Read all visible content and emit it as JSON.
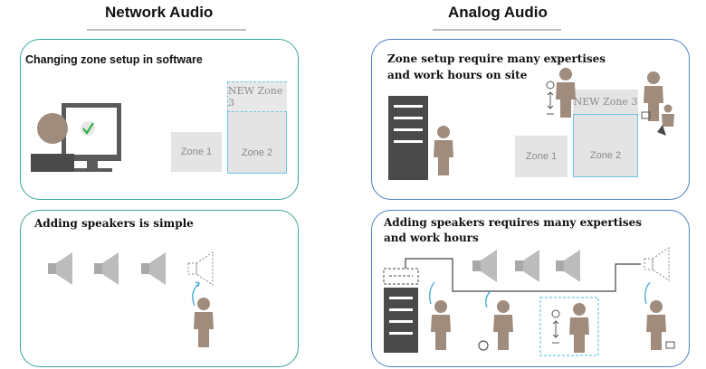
{
  "network": {
    "heading": "Network Audio",
    "zone_panel": {
      "title": "Changing zone setup in software",
      "zones": [
        "Zone 1",
        "Zone 2",
        "NEW Zone 3"
      ]
    },
    "speaker_panel": {
      "title": "Adding speakers is simple"
    }
  },
  "analog": {
    "heading": "Analog Audio",
    "zone_panel": {
      "title_line1": "Zone setup require many expertises",
      "title_line2": "and work hours on site",
      "zones": [
        "Zone 1",
        "Zone 2",
        "NEW Zone 3"
      ]
    },
    "speaker_panel": {
      "title_line1": "Adding speakers requires many expertises",
      "title_line2": "and work hours"
    }
  },
  "colors": {
    "network_border": "#3aa79a",
    "analog_border": "#4f7fc4",
    "zone_fill": "#e4e4e4",
    "zone_outline": "#6cc6e6",
    "person": "#a08c7d",
    "equipment": "#4a4a4a",
    "speaker": "#a9a9a9"
  },
  "icons": [
    "computer-user-icon",
    "checkmark-icon",
    "speaker-icon",
    "person-icon",
    "rack-icon",
    "tools-icon",
    "arrow-icon"
  ]
}
